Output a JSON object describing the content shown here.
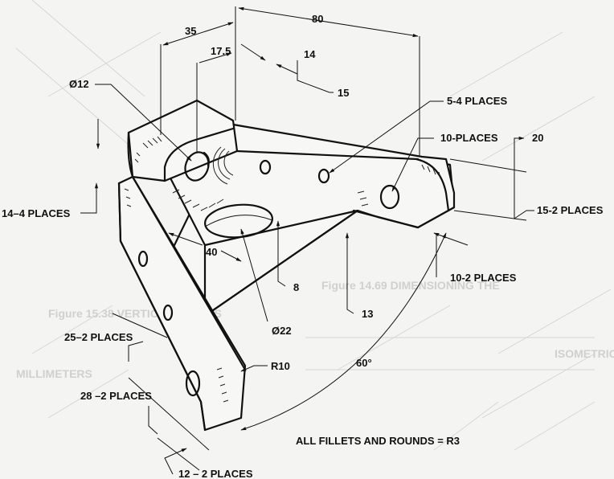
{
  "drawing": {
    "dimensions": {
      "d80": "80",
      "d35": "35",
      "d17_5": "17.5",
      "d14": "14",
      "d15": "15",
      "dia12": "Ø12",
      "five4": "5-4 PLACES",
      "ten_places": "10-PLACES",
      "d20": "20",
      "fifteen2": "15-2 PLACES",
      "fourteen4": "14–4 PLACES",
      "ten2": "10-2 PLACES",
      "d40": "40",
      "d8": "8",
      "d13": "13",
      "dia22": "Ø22",
      "twentyfive2": "25–2 PLACES",
      "r10": "R10",
      "angle60": "60°",
      "twentyeight2": "28 –2 PLACES",
      "twelve2": "12 – 2 PLACES"
    },
    "note": "ALL FILLETS AND ROUNDS = R3"
  }
}
